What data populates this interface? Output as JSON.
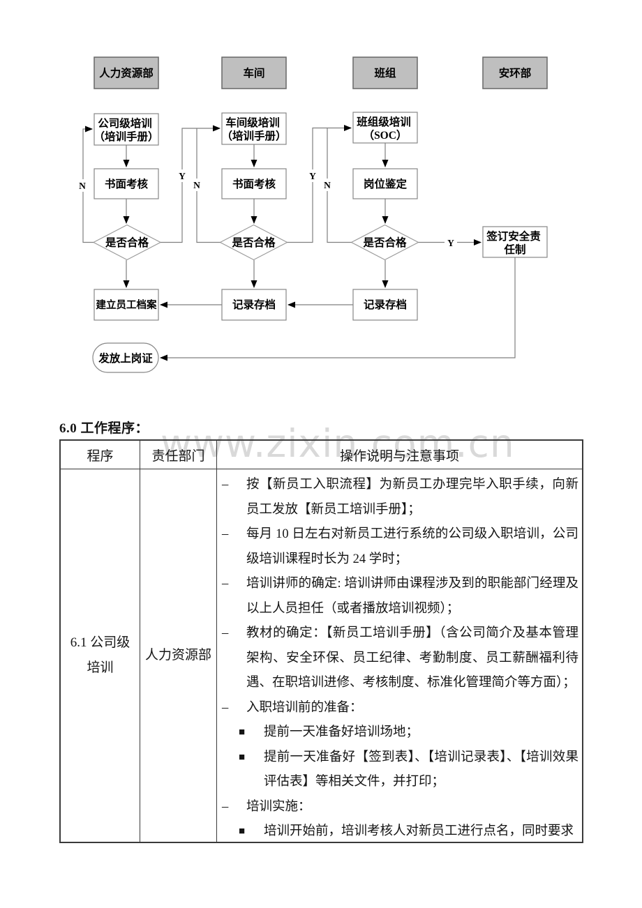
{
  "flowchart": {
    "lane_headers": [
      "人力资源部",
      "车间",
      "班组",
      "安环部"
    ],
    "nodes": {
      "company_training_line1": "公司级培训",
      "company_training_line2": "（培训手册）",
      "workshop_training_line1": "车间级培训",
      "workshop_training_line2": "（培训手册）",
      "team_training_line1": "班组级培训",
      "team_training_line2": "（SOC）",
      "written_exam_company": "书面考核",
      "written_exam_workshop": "书面考核",
      "position_appraisal": "岗位鉴定",
      "qualified_company": "是否合格",
      "qualified_workshop": "是否合格",
      "qualified_team": "是否合格",
      "sign_safety_line1": "签订安全责",
      "sign_safety_line2": "任制",
      "employee_file": "建立员工档案",
      "archive_workshop": "记录存档",
      "archive_team": "记录存档",
      "issue_permit": "发放上岗证"
    },
    "edge_labels": {
      "n_company": "N",
      "y_company": "Y",
      "n_workshop": "N",
      "y_workshop": "Y",
      "n_team": "N",
      "y_team": "Y"
    }
  },
  "section_heading": "6.0 工作程序：",
  "watermark": "www.zixin.com.cn",
  "table": {
    "headers": {
      "procedure": "程序",
      "department": "责任部门",
      "instructions": "操作说明与注意事项"
    },
    "row": {
      "procedure": "6.1 公司级培训",
      "department": "人力资源部",
      "bullets": [
        {
          "marker": "–",
          "text": "按【新员工入职流程】为新员工办理完毕入职手续，向新员工发放【新员工培训手册】；"
        },
        {
          "marker": "–",
          "text": "每月 10 日左右对新员工进行系统的公司级入职培训，公司级培训课程时长为 24 学时；"
        },
        {
          "marker": "–",
          "text": "培训讲师的确定: 培训讲师由课程涉及到的职能部门经理及以上人员担任（或者播放培训视频）；"
        },
        {
          "marker": "–",
          "text": "教材的确定：【新员工培训手册】（含公司简介及基本管理架构、安全环保、员工纪律、考勤制度、员工薪酬福利待遇、在职培训进修、考核制度、标准化管理简介等方面）；"
        },
        {
          "marker": "–",
          "text": "入职培训前的准备："
        },
        {
          "marker": "■",
          "text": "提前一天准备好培训场地；"
        },
        {
          "marker": "■",
          "text": "提前一天准备好【签到表】、【培训记录表】、【培训效果评估表】等相关文件，并打印；"
        },
        {
          "marker": "–",
          "text": "培训实施："
        },
        {
          "marker": "■",
          "text": "培训开始前，培训考核人对新员工进行点名，同时要求"
        }
      ]
    }
  },
  "colors": {
    "lane_header_fill": "#bfbfbf",
    "flow_line": "#7f7f7f",
    "table_border": "#3a3a3a",
    "watermark": "#d9d9d9"
  }
}
